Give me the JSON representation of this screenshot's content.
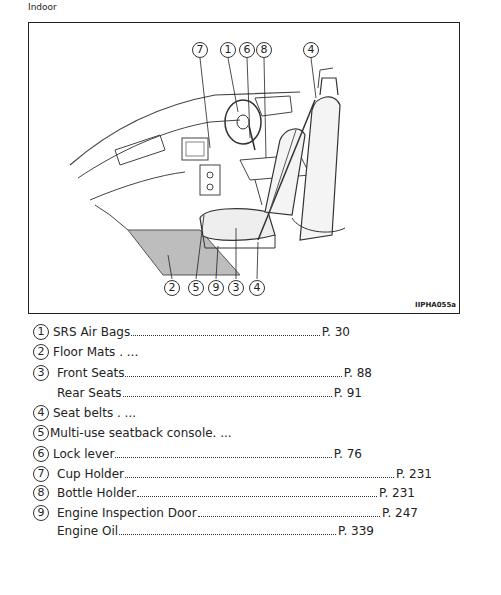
{
  "diagram": {
    "nodes": [
      {
        "text": [
          "7"
        ]
      },
      {
        "text": [
          "1"
        ]
      },
      {
        "text": [
          "6"
        ]
      },
      {
        "text": [
          "8"
        ]
      },
      {
        "text": [
          "4"
        ]
      },
      {
        "text": [
          "2"
        ]
      },
      {
        "text": [
          "5"
        ]
      },
      {
        "text": [
          "9"
        ]
      },
      {
        "text": [
          "3"
        ]
      },
      {
        "text": [
          "4"
        ]
      },
      {
        "text": [
          "1"
        ]
      },
      {
        "text": [
          "2"
        ]
      },
      {
        "text": [
          "3"
        ]
      },
      {
        "text": [
          "4"
        ]
      },
      {
        "text": [
          "5"
        ]
      },
      {
        "text": [
          "6"
        ]
      },
      {
        "text": [
          "7"
        ]
      },
      {
        "text": [
          "8"
        ]
      },
      {
        "text": [
          "9"
        ]
      }
    ],
    "labels": [
      "Indoor",
      "IIPHA055a",
      "SRS Air Bags",
      "P. 30",
      "Floor Mats . ...",
      "Front Seats",
      "P. 88",
      "Rear Seats",
      "P. 91",
      "Seat belts . ...",
      "Multi-use seatback console. ...",
      "Lock lever",
      "P. 76",
      "Cup Holder",
      "P. 231",
      "Bottle Holder",
      "P. 231",
      "Engine Inspection Door",
      "P. 247",
      "Engine Oil",
      "P. 339"
    ]
  }
}
